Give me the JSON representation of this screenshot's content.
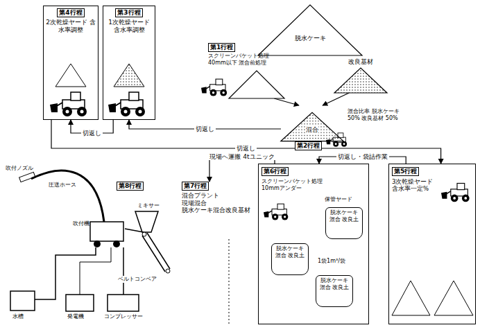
{
  "diagram": {
    "nodes": [
      {
        "text": [
          "第4行程",
          "2次乾燥ヤード 含水率調整"
        ]
      },
      {
        "text": [
          "第3行程",
          "1次乾燥ヤード 含水率調整"
        ]
      },
      {
        "text": [
          "脱水ケーキ"
        ]
      },
      {
        "text": [
          "第1行程",
          "スクリーンバケット処理 40mm以下 混合前処理"
        ]
      },
      {
        "text": [
          "改良基材"
        ]
      },
      {
        "text": [
          "混合",
          "第2行程",
          "混合比率 脱水ケーキ 50% 改良基材 50%"
        ]
      },
      {
        "text": [
          "第5行程",
          "3次乾燥ヤード 含水率一定%"
        ]
      },
      {
        "text": [
          "第6行程",
          "スクリーンバケット処理 10mmアンダー"
        ]
      },
      {
        "text": [
          "脱水ケーキ 混合 改良土"
        ],
        "in": 7
      },
      {
        "text": [
          "脱水ケーキ 混合 改良土"
        ],
        "in": 7
      },
      {
        "text": [
          "脱水ケーキ 混合 改良土"
        ],
        "in": 7
      },
      {
        "text": [
          "第7行程",
          "混合プラント",
          "現場混合",
          "脱水ケーキ混合改良基材"
        ]
      },
      {
        "text": [
          "第8行程"
        ]
      }
    ],
    "edges": [
      {
        "from": 3,
        "to": 5,
        "arrow": "to"
      },
      {
        "from": 4,
        "to": 5,
        "arrow": "to"
      },
      {
        "from": 5,
        "to": 1,
        "label": "切返し",
        "arrow": "to"
      },
      {
        "from": 1,
        "to": 0,
        "label": "切返し",
        "arrow": "to"
      },
      {
        "from": 0,
        "to": 6,
        "label": "切返し",
        "arrow": "to"
      },
      {
        "from": 6,
        "to": 7,
        "label": "切返し・袋詰作業",
        "arrow": "to"
      },
      {
        "from": 7,
        "to": 11,
        "label": "現場へ運搬 4tユニック",
        "arrow": "to"
      }
    ],
    "labels": [
      "保管ヤード",
      "1袋1m³/袋",
      "吹付ノズル",
      "圧送ホース",
      "吹付機",
      "ミキサー",
      "ベルトコンベア",
      "水槽",
      "発電機",
      "コンプレッサー"
    ]
  }
}
